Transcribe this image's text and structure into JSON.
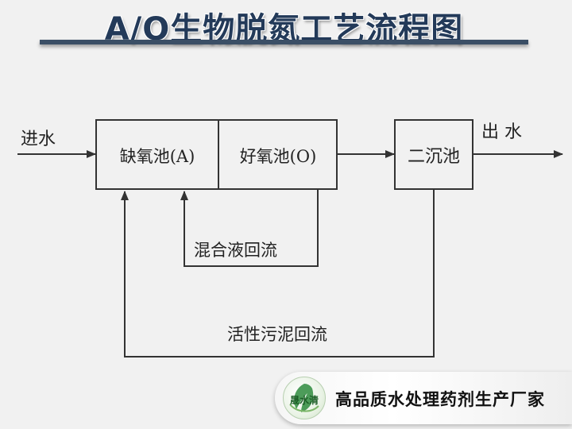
{
  "title": "A/O生物脱氮工艺流程图",
  "diagram": {
    "inlet_label": "进水",
    "anoxic_tank_label": "缺氧池(A)",
    "aerobic_tank_label": "好氧池(O)",
    "clarifier_label": "二沉池",
    "outlet_label": "出 水",
    "mixed_liquor_return_label": "混合液回流",
    "sludge_return_label": "活性污泥回流"
  },
  "footer": {
    "logo_text": "晟水清",
    "slogan": "高品质水处理药剂生产厂家"
  },
  "colors": {
    "title": "#233a59",
    "title_underline": "#3b4f66",
    "line": "#333333",
    "logo_green": "#2e8b3d"
  }
}
